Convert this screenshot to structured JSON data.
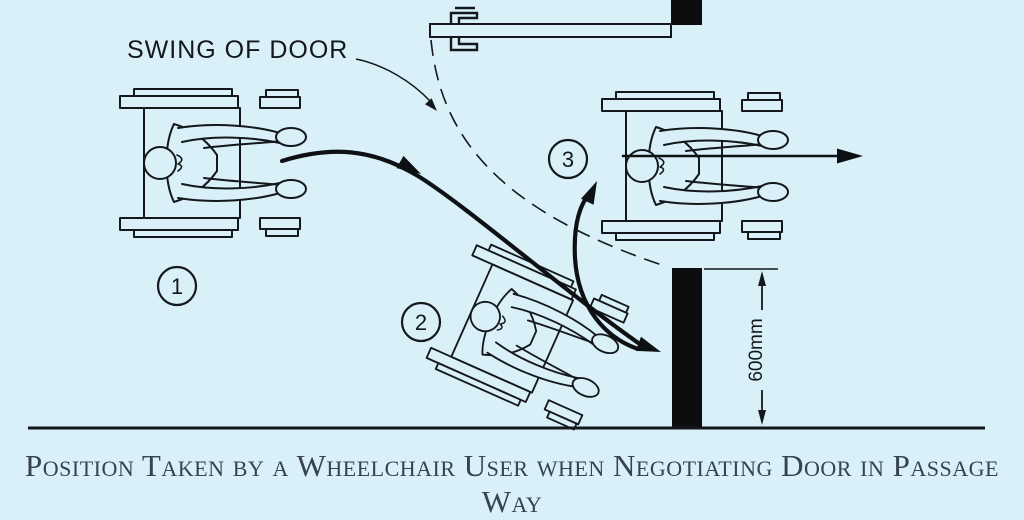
{
  "title_label": "SWING OF DOOR",
  "dimension_label": "600mm",
  "position_markers": {
    "p1": "1",
    "p2": "2",
    "p3": "3"
  },
  "caption": "Position Taken by a Wheelchair User when Negotiating Door in Passage Way",
  "colors": {
    "background": "#d9f0f9",
    "line": "#14181c",
    "wall_fill": "#0b0d0e",
    "caption_text": "#36424e"
  }
}
